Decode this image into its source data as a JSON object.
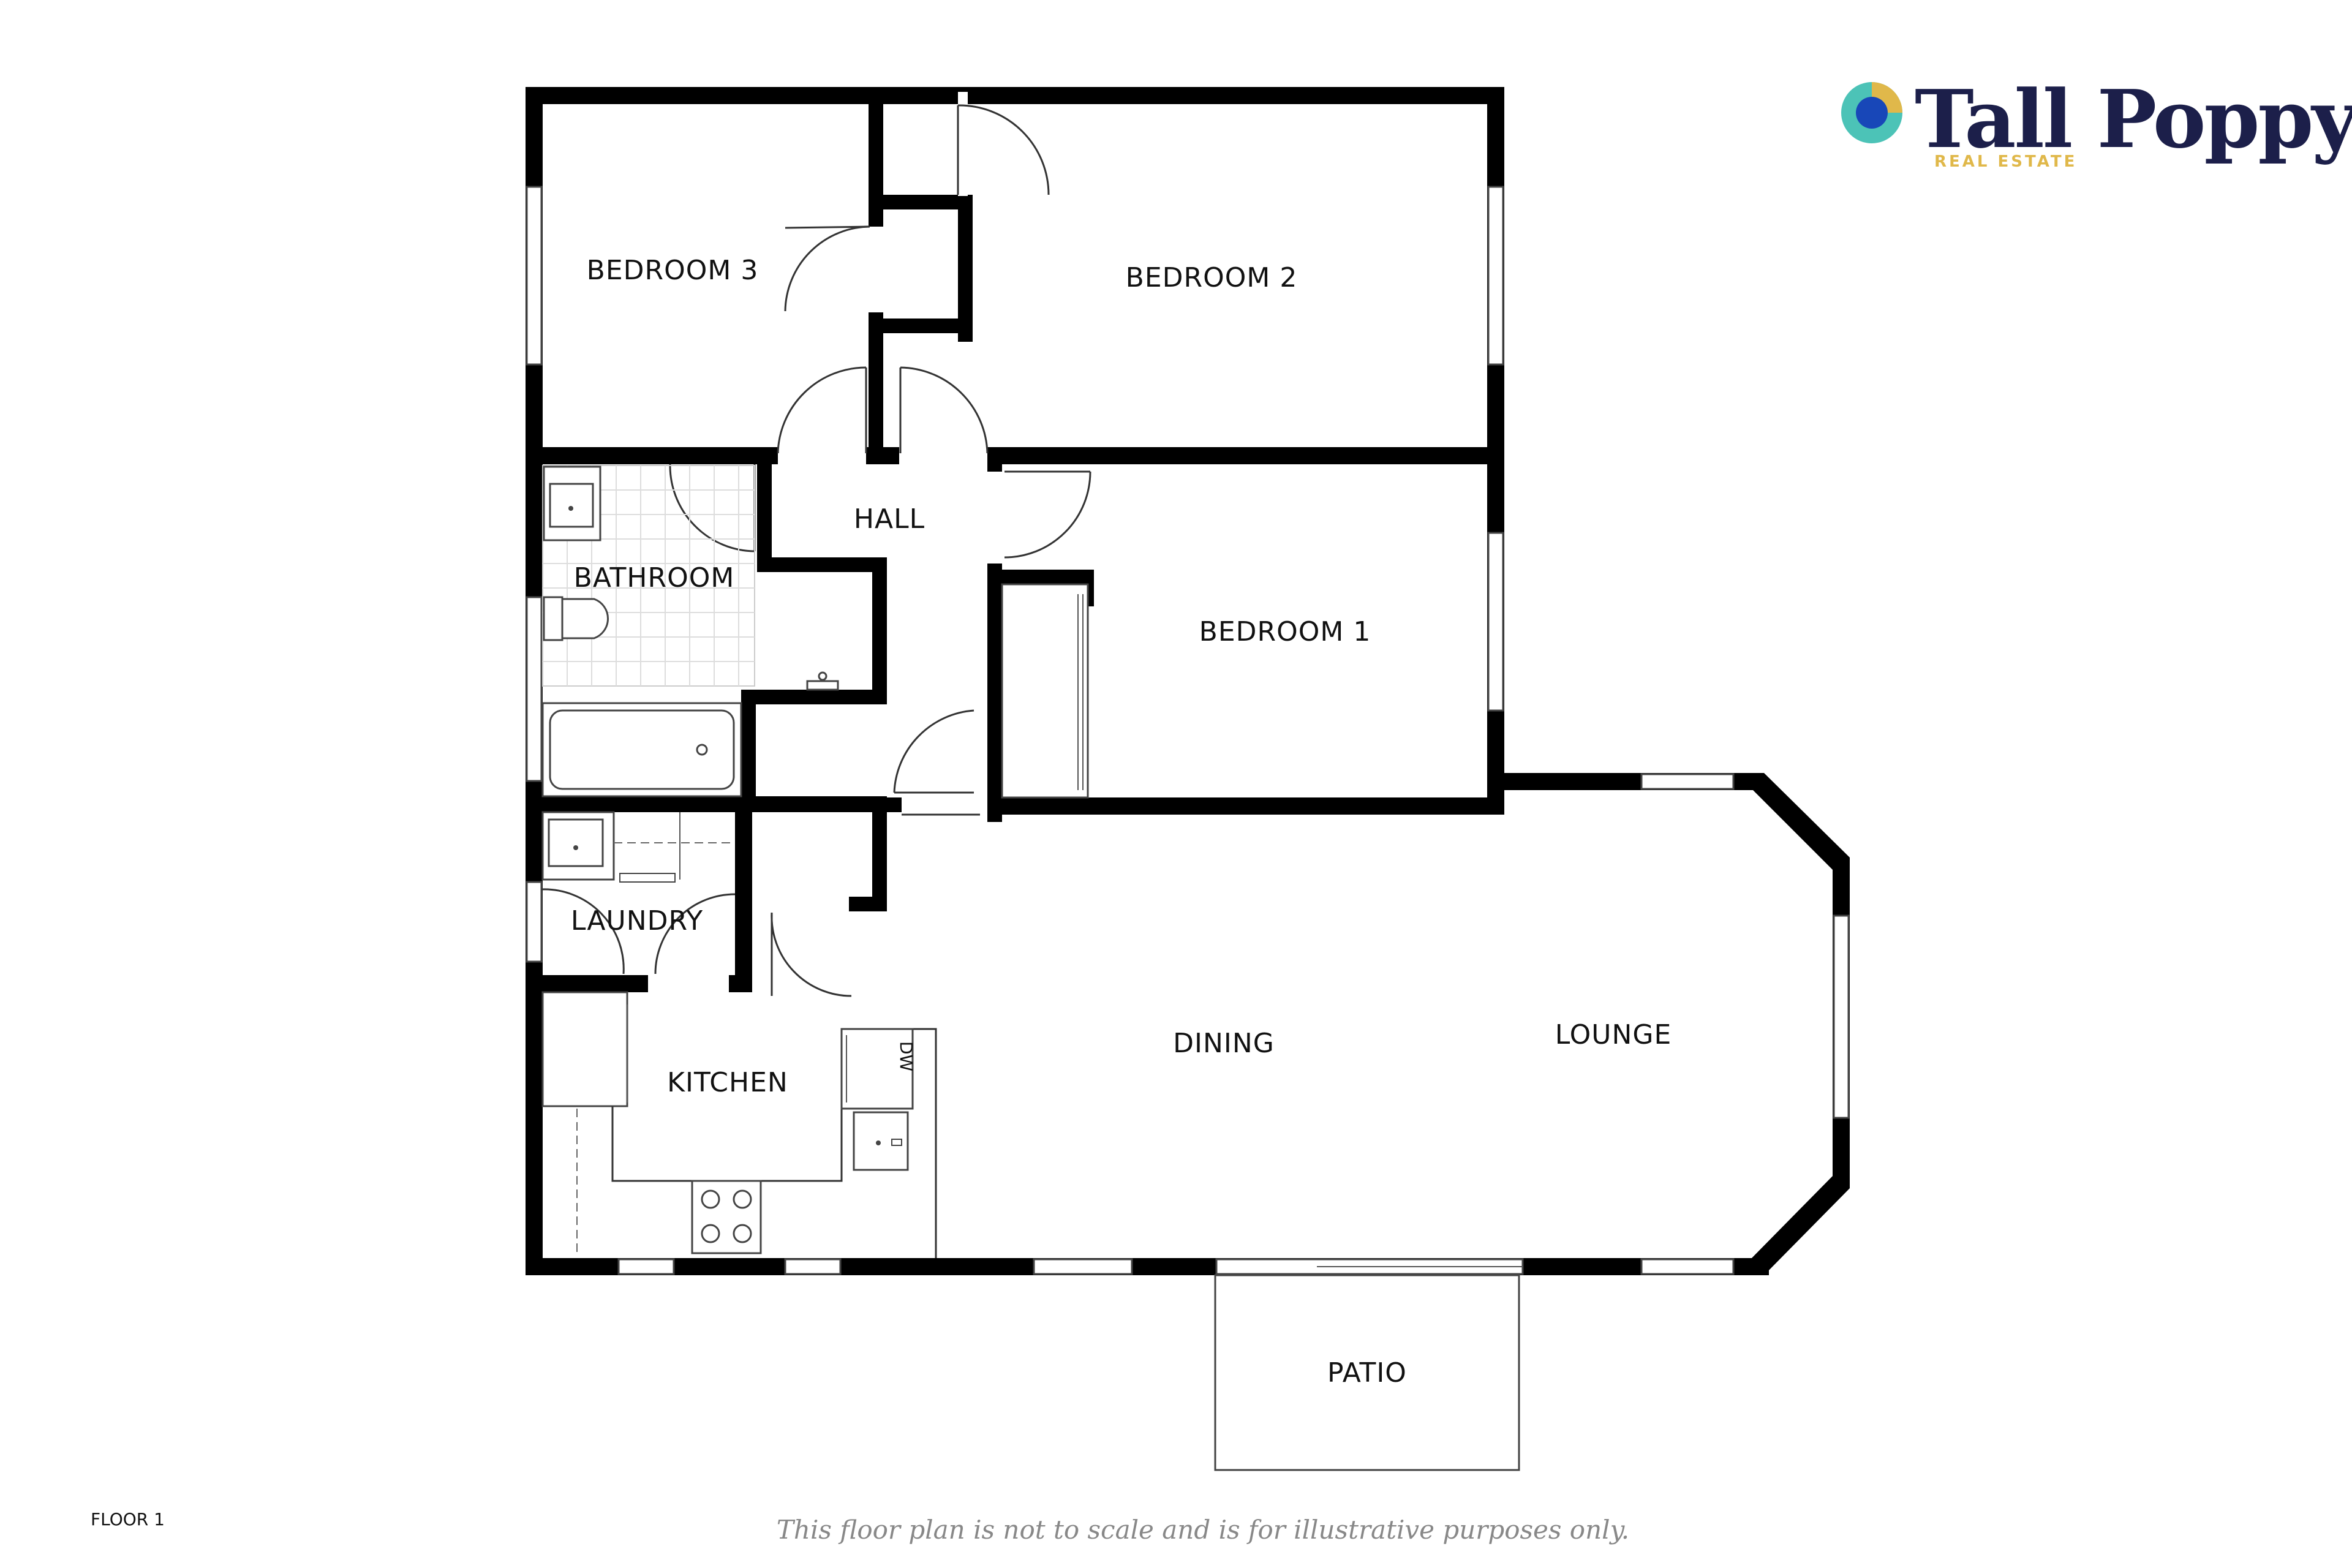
{
  "brand": {
    "name": "Tall Poppy",
    "sub": "REAL ESTATE",
    "colors": {
      "navy": "#1c1f4a",
      "teal": "#4cc3b7",
      "gold": "#e0b84a",
      "blue": "#1847b8"
    }
  },
  "rooms": {
    "bedroom3": "BEDROOM 3",
    "bedroom2": "BEDROOM 2",
    "hall": "HALL",
    "bathroom": "BATHROOM",
    "bedroom1": "BEDROOM 1",
    "laundry": "LAUNDRY",
    "kitchen": "KITCHEN",
    "dining": "DINING",
    "lounge": "LOUNGE",
    "patio": "PATIO"
  },
  "appliances": {
    "dishwasher": "DW"
  },
  "floor_label": "FLOOR 1",
  "disclaimer": "This floor plan is not to scale and is for illustrative purposes only."
}
